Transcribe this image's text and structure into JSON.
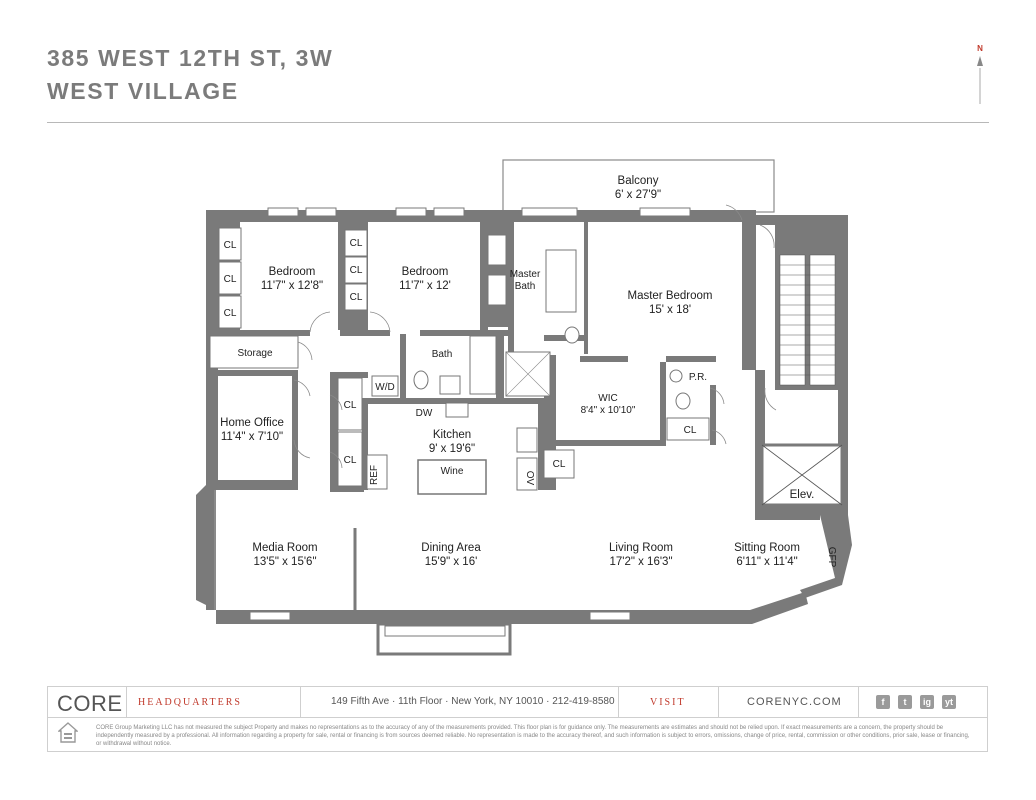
{
  "header": {
    "title": "385 WEST 12TH ST, 3W",
    "subtitle": "WEST VILLAGE",
    "compass": "N"
  },
  "rooms": {
    "balcony": {
      "name": "Balcony",
      "dims": "6' x 27'9\""
    },
    "bedroom1": {
      "name": "Bedroom",
      "dims": "11'7\" x 12'8\""
    },
    "bedroom2": {
      "name": "Bedroom",
      "dims": "11'7\" x 12'"
    },
    "master_bath": {
      "name": "Master",
      "name2": "Bath"
    },
    "master_bedroom": {
      "name": "Master Bedroom",
      "dims": "15' x 18'"
    },
    "storage": {
      "name": "Storage"
    },
    "bath": {
      "name": "Bath"
    },
    "wd": {
      "name": "W/D"
    },
    "wic": {
      "name": "WIC",
      "dims": "8'4\" x 10'10\""
    },
    "pr": {
      "name": "P.R."
    },
    "home_office": {
      "name": "Home Office",
      "dims": "11'4\" x 7'10\""
    },
    "dw": {
      "name": "DW"
    },
    "kitchen": {
      "name": "Kitchen",
      "dims": "9' x 19'6\""
    },
    "wine": {
      "name": "Wine"
    },
    "ref": {
      "name": "REF"
    },
    "ov": {
      "name": "OV"
    },
    "elevator": {
      "name": "Elev."
    },
    "gfp": {
      "name": "GFP"
    },
    "media_room": {
      "name": "Media Room",
      "dims": "13'5\" x 15'6\""
    },
    "dining_area": {
      "name": "Dining Area",
      "dims": "15'9\" x 16'"
    },
    "living_room": {
      "name": "Living Room",
      "dims": "17'2\" x 16'3\""
    },
    "sitting_room": {
      "name": "Sitting Room",
      "dims": "6'11\" x 11'4\""
    },
    "closet": "CL"
  },
  "footer": {
    "logo": "CORE",
    "hq_label": "HEADQUARTERS",
    "address": "149 Fifth Ave · 11th Floor · New York, NY 10010 · 212-419-8580",
    "visit_label": "VISIT",
    "website": "CORENYC.COM",
    "social": [
      "f",
      "t",
      "ig",
      "yt"
    ],
    "disclaimer": "CORE Group Marketing LLC has not measured the subject Property and makes no representations as to the accuracy of any of the measurements provided. This floor plan is for guidance only. The measurements are estimates and should not be relied upon. If exact measurements are a concern, the property should be independently measured by a professional. All information regarding a property for sale, rental or financing is from sources deemed reliable. No representation is made to the accuracy thereof, and such information is subject to errors, omissions, change of price, rental, commission or other conditions, prior sale, lease or financing, or withdrawal without notice."
  },
  "colors": {
    "wall": "#7a7a7a",
    "accent": "#c0392b",
    "text": "#7b7b7b"
  }
}
